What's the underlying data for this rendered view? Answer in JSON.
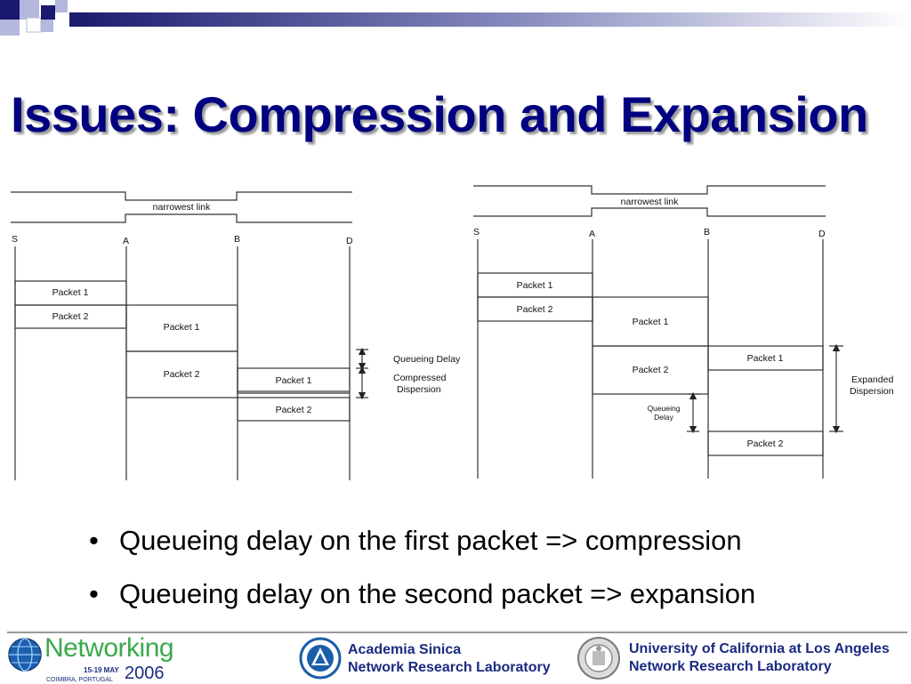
{
  "slide": {
    "title": "Issues: Compression and Expansion"
  },
  "left_diagram": {
    "link_label": "narrowest link",
    "nodes": [
      "S",
      "A",
      "B",
      "D"
    ],
    "packet1": "Packet 1",
    "packet2": "Packet 2",
    "queueing_delay": "Queueing Delay",
    "dispersion_line1": "Compressed",
    "dispersion_line2": "Dispersion"
  },
  "right_diagram": {
    "link_label": "narrowest link",
    "nodes": [
      "S",
      "A",
      "B",
      "D"
    ],
    "packet1": "Packet 1",
    "packet2": "Packet 2",
    "queueing_line1": "Queueing",
    "queueing_line2": "Delay",
    "dispersion_line1": "Expanded",
    "dispersion_line2": "Dispersion"
  },
  "bullets": [
    "Queueing delay on the first packet => compression",
    "Queueing delay on the second packet => expansion"
  ],
  "footer": {
    "networking_word": "Networking",
    "dates": "15-19 MAY",
    "year": "2006",
    "location": "COIMBRA, PORTUGAL",
    "sinica_line1": "Academia Sinica",
    "sinica_line2": "Network Research Laboratory",
    "ucla_line1": "University of California at Los Angeles",
    "ucla_line2": "Network Research Laboratory"
  },
  "colors": {
    "title": "#000080",
    "band_dark": "#1a1a6e",
    "band_mid": "#8a8fc0",
    "networking_green": "#3aa94b",
    "footer_navy": "#1b2a80"
  }
}
